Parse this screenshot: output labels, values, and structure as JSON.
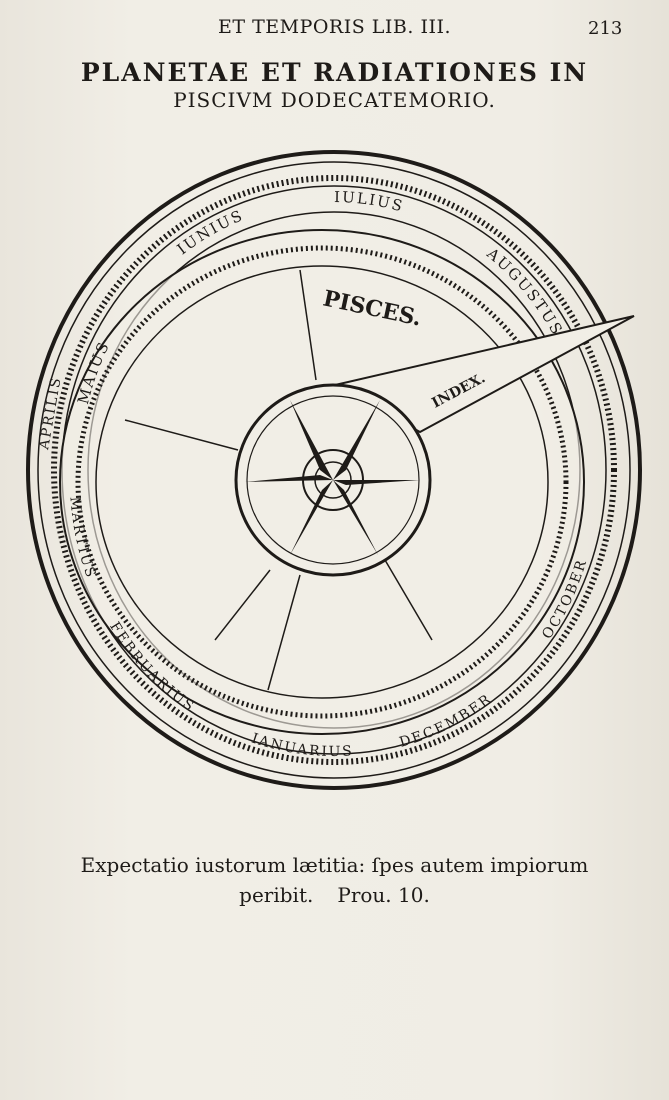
{
  "header": {
    "running_head": "ET TEMPORIS LIB. III.",
    "page_number": "213"
  },
  "title": {
    "line1": "PLANETAE ET RADIATIONES IN",
    "line2": "PISCIVM DODECATEMORIO."
  },
  "figure": {
    "sign_label": "PISCES.",
    "pointer_label": "INDEX.",
    "months": [
      "IANUARIUS",
      "FEBRUARIUS",
      "MARTIUS",
      "APRILIS",
      "MAIUS",
      "IUNIUS",
      "IULIUS",
      "AUGUSTUS",
      "OCTOBER",
      "DECEMBER"
    ]
  },
  "motto": {
    "text": "Expectatio iustorum lætitia: ſpes autem impiorum",
    "end": "peribit.",
    "reference": "Prou. 10."
  }
}
